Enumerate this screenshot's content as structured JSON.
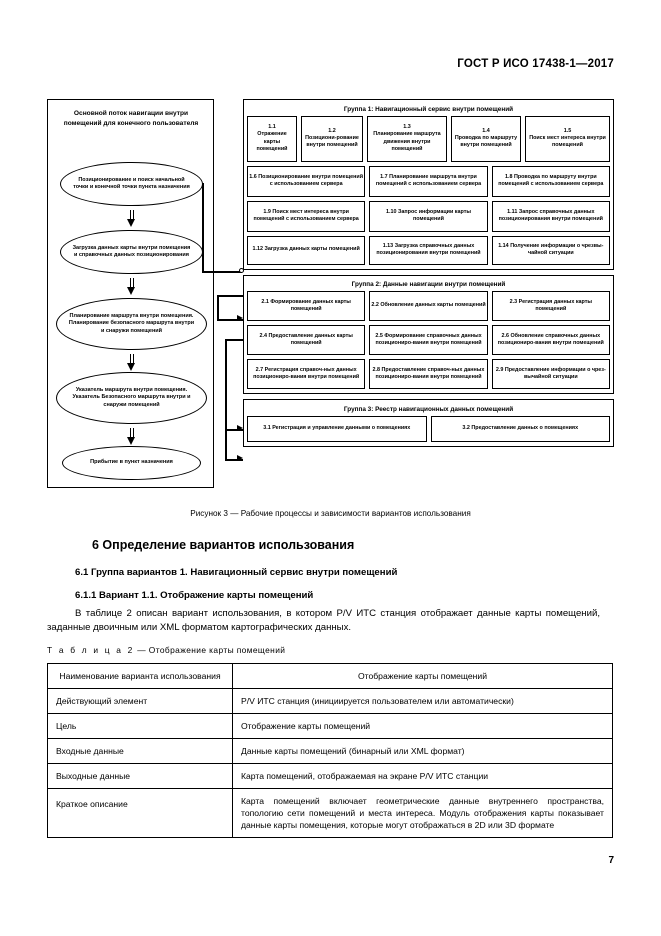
{
  "header": {
    "standard": "ГОСТ Р ИСО 17438-1—2017"
  },
  "figure": {
    "flow": {
      "title": "Основной поток навигации внутри помещений для конечного пользователя",
      "steps": [
        "Позиционирование и поиск начальной точки и конечной точки пункта назначения",
        "Загрузка данных карты внутри помещения и справочных данных позиционирования",
        "Планирование маршрута внутри помещения. Планирование безопасного маршрута внутри и снаружи помещений",
        "Указатель маршрута внутри помещения. Указатель Безопасного маршрута внутри и снаружи помещений",
        "Прибытие в пункт назначения"
      ]
    },
    "groups": [
      {
        "title": "Группа 1: Навигационный сервис внутри помещений",
        "rows": [
          [
            {
              "num": "1.1",
              "text": "Отражение карты помещений"
            },
            {
              "num": "1.2",
              "text": "Позициони-рование внутри помещений"
            },
            {
              "num": "1.3",
              "text": "Планирование маршрута движения внутри помещений"
            },
            {
              "num": "1.4",
              "text": "Проводка по маршруту внутри помещений"
            },
            {
              "num": "1.5",
              "text": "Поиск мест интереса внутри помещений"
            }
          ],
          [
            {
              "num": "1.6",
              "text": "Позиционирование внутри помещений с использованием сервера"
            },
            {
              "num": "1.7",
              "text": "Планирование маршрута внутри помещений с использованием сервера"
            },
            {
              "num": "1.8",
              "text": "Проводка по маршруту внутри помещений с использованием сервера"
            }
          ],
          [
            {
              "num": "1.9",
              "text": "Поиск мест интереса внутри помещений с использованием сервера"
            },
            {
              "num": "1.10",
              "text": "Запрос информации карты помещений"
            },
            {
              "num": "1.11",
              "text": "Запрос справочных данных позиционирования внутри помещений"
            }
          ],
          [
            {
              "num": "1.12",
              "text": "Загрузка данных карты помещений"
            },
            {
              "num": "1.13",
              "text": "Загрузка справочных данных позиционирования внутри помещений"
            },
            {
              "num": "1.14",
              "text": "Получение информации о чрезвы-чайной ситуации"
            }
          ]
        ]
      },
      {
        "title": "Группа 2: Данные навигации внутри помещений",
        "rows": [
          [
            {
              "num": "2.1",
              "text": "Формирование данных карты помещений"
            },
            {
              "num": "2.2",
              "text": "Обновление данных карты помещений"
            },
            {
              "num": "2.3",
              "text": "Регистрация данных карты помещений"
            }
          ],
          [
            {
              "num": "2.4",
              "text": "Предоставление данных карты помещений"
            },
            {
              "num": "2.5",
              "text": "Формирование справочных данных позициониро-вания внутри помещений"
            },
            {
              "num": "2.6",
              "text": "Обновление справочных данных позициониро-вания внутри помещений"
            }
          ],
          [
            {
              "num": "2.7",
              "text": "Регистрация справоч-ных данных позициониро-вания внутри помещений"
            },
            {
              "num": "2.8",
              "text": "Предоставление справоч-ных данных позициониро-вания внутри помещений"
            },
            {
              "num": "2.9",
              "text": "Предоставление информации о чрез-вычайной ситуации"
            }
          ]
        ]
      },
      {
        "title": "Группа 3: Реестр навигационных данных помещений",
        "rows": [
          [
            {
              "num": "3.1",
              "text": "Регистрация и управление данными о помещениях"
            },
            {
              "num": "3.2",
              "text": "Предоставление данных о помещениях"
            }
          ]
        ]
      }
    ],
    "caption": "Рисунок 3 — Рабочие процессы и зависимости вариантов использования"
  },
  "body": {
    "section_heading": "6  Определение вариантов использования",
    "sub_heading_1": "6.1  Группа вариантов 1. Навигационный сервис внутри помещений",
    "sub_heading_2": "6.1.1  Вариант 1.1.  Отображение карты помещений",
    "paragraph": "В таблице 2 описан вариант использования, в котором P/V ИТС станция отображает данные карты помещений, заданные двоичным или XML форматом картографических данных.",
    "table_caption_prefix": "Т а б л и ц а  2",
    "table_caption_rest": " — Отображение карты помещений"
  },
  "table": {
    "header": {
      "col1": "Наименование варианта использования",
      "col2": "Отображение карты помещений"
    },
    "rows": [
      {
        "label": "Действующий элемент",
        "value": "P/V ИТС станция (инициируется пользователем или автоматически)"
      },
      {
        "label": "Цель",
        "value": "Отображение карты помещений"
      },
      {
        "label": "Входные данные",
        "value": "Данные карты помещений (бинарный или XML формат)"
      },
      {
        "label": "Выходные данные",
        "value": "Карта помещений, отображаемая на экране P/V ИТС станции"
      },
      {
        "label": "Краткое описание",
        "value": "Карта помещений включает геометрические данные внутреннего пространства, топологию сети помещений и места интереса. Модуль отображения карты показывает данные карты помещения, которые могут отображаться в 2D или 3D формате"
      }
    ]
  },
  "page_number": "7"
}
